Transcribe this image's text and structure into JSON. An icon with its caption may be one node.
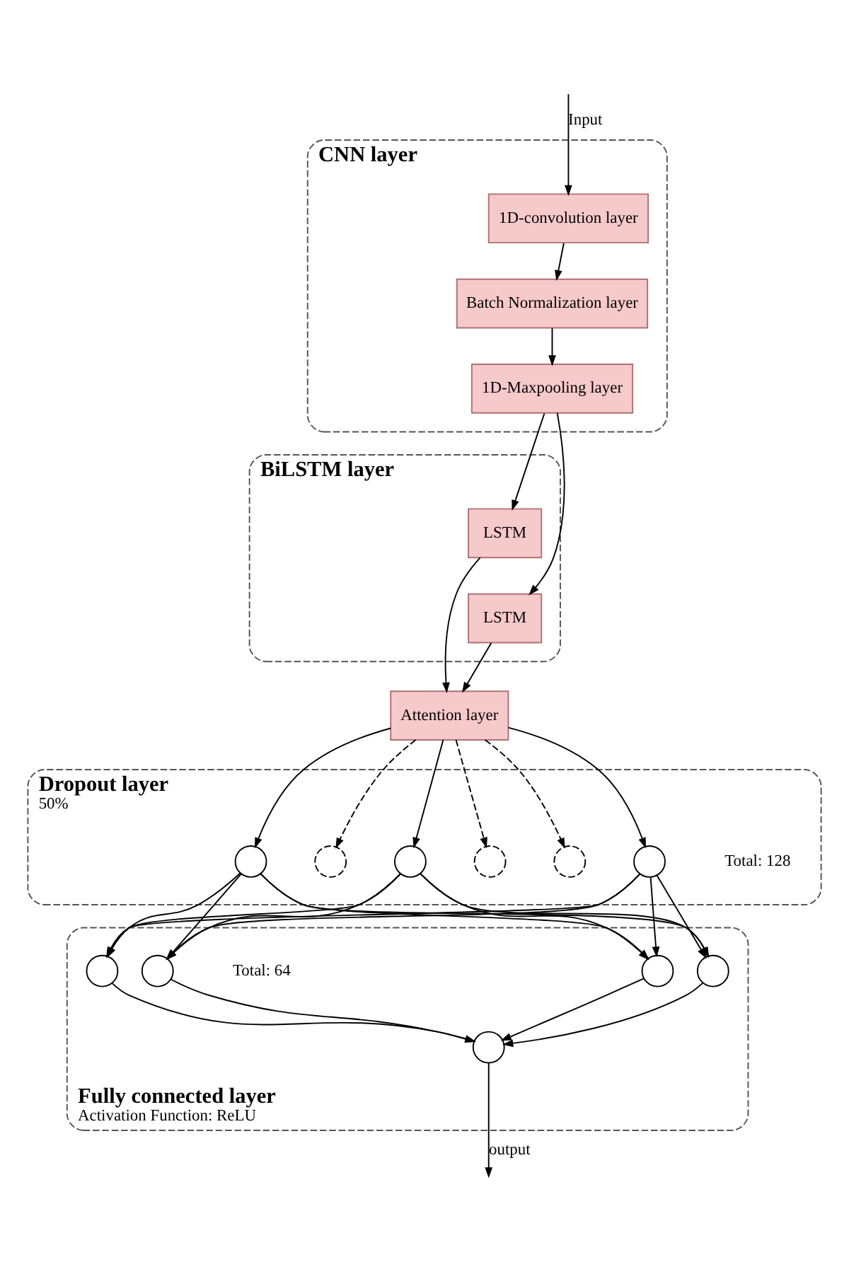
{
  "diagram": {
    "nodes": [
      {
        "text": [
          "CNN layer"
        ]
      },
      {
        "text": [
          "1D-convolution layer"
        ],
        "in": 0
      },
      {
        "text": [
          "Batch Normalization layer"
        ],
        "in": 0
      },
      {
        "text": [
          "1D-Maxpooling layer"
        ],
        "in": 0
      },
      {
        "text": [
          "BiLSTM layer"
        ]
      },
      {
        "text": [
          "LSTM"
        ],
        "in": 4
      },
      {
        "text": [
          "LSTM"
        ],
        "in": 4
      },
      {
        "text": [
          "Attention layer"
        ]
      },
      {
        "text": [
          "Dropout layer",
          "50%"
        ]
      },
      {
        "text": [],
        "shape": "circle",
        "in": 8
      },
      {
        "text": [],
        "shape": "circle",
        "in": 8
      },
      {
        "text": [],
        "shape": "circle",
        "in": 8
      },
      {
        "text": [],
        "shape": "circle",
        "in": 8
      },
      {
        "text": [],
        "shape": "circle",
        "in": 8
      },
      {
        "text": [],
        "shape": "circle",
        "in": 8
      },
      {
        "text": [
          "Fully connected layer",
          "Activation Function: ReLU"
        ]
      },
      {
        "text": [],
        "shape": "circle",
        "in": 15
      },
      {
        "text": [],
        "shape": "circle",
        "in": 15
      },
      {
        "text": [],
        "shape": "circle",
        "in": 15
      },
      {
        "text": [],
        "shape": "circle",
        "in": 15
      },
      {
        "text": [],
        "shape": "circle",
        "in": 15
      }
    ],
    "edges": [
      {
        "from": null,
        "to": 1,
        "arrow": "to",
        "label": "Input"
      },
      {
        "from": 1,
        "to": 2,
        "arrow": "to"
      },
      {
        "from": 2,
        "to": 3,
        "arrow": "to"
      },
      {
        "from": 3,
        "to": 5,
        "arrow": "to"
      },
      {
        "from": 3,
        "to": 6,
        "arrow": "to"
      },
      {
        "from": 5,
        "to": 7,
        "arrow": "to"
      },
      {
        "from": 6,
        "to": 7,
        "arrow": "to"
      },
      {
        "from": 7,
        "to": 9,
        "arrow": "to"
      },
      {
        "from": 7,
        "to": 10,
        "arrow": "to",
        "style": "dashed"
      },
      {
        "from": 7,
        "to": 11,
        "arrow": "to"
      },
      {
        "from": 7,
        "to": 12,
        "arrow": "to",
        "style": "dashed"
      },
      {
        "from": 7,
        "to": 13,
        "arrow": "to",
        "style": "dashed"
      },
      {
        "from": 7,
        "to": 14,
        "arrow": "to"
      },
      {
        "from": 9,
        "to": 16,
        "arrow": "to"
      },
      {
        "from": 9,
        "to": 17,
        "arrow": "to"
      },
      {
        "from": 9,
        "to": 18,
        "arrow": "to"
      },
      {
        "from": 9,
        "to": 19,
        "arrow": "to"
      },
      {
        "from": 11,
        "to": 16,
        "arrow": "to"
      },
      {
        "from": 11,
        "to": 17,
        "arrow": "to"
      },
      {
        "from": 11,
        "to": 18,
        "arrow": "to"
      },
      {
        "from": 11,
        "to": 19,
        "arrow": "to"
      },
      {
        "from": 14,
        "to": 16,
        "arrow": "to"
      },
      {
        "from": 14,
        "to": 17,
        "arrow": "to"
      },
      {
        "from": 14,
        "to": 18,
        "arrow": "to"
      },
      {
        "from": 14,
        "to": 19,
        "arrow": "to"
      },
      {
        "from": 16,
        "to": 20,
        "arrow": "to"
      },
      {
        "from": 17,
        "to": 20,
        "arrow": "to"
      },
      {
        "from": 18,
        "to": 20,
        "arrow": "to"
      },
      {
        "from": 19,
        "to": 20,
        "arrow": "to"
      },
      {
        "from": 20,
        "to": null,
        "arrow": "to",
        "label": "output"
      }
    ],
    "labels": [
      "Total: 128",
      "Total: 64"
    ]
  }
}
